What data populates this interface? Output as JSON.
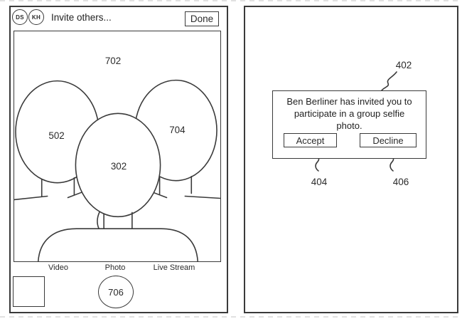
{
  "left_phone": {
    "header": {
      "avatars": [
        {
          "initials": "DS"
        },
        {
          "initials": "KH"
        }
      ],
      "title": "Invite others...",
      "done_label": "Done"
    },
    "viewfinder_labels": {
      "scene": "702",
      "left_head": "502",
      "center_head": "302",
      "right_head": "704"
    },
    "mode_bar": {
      "modes": [
        "Video",
        "Photo",
        "Live Stream"
      ]
    },
    "shutter": {
      "label": "706"
    }
  },
  "right_phone": {
    "dialog": {
      "message_lines": [
        "Ben Berliner has invited you to",
        "participate in a group selfie",
        "photo."
      ],
      "accept_label": "Accept",
      "decline_label": "Decline"
    },
    "callouts": {
      "dialog_ref": "402",
      "accept_ref": "404",
      "decline_ref": "406"
    }
  },
  "style": {
    "line_color": "#3a3a3a",
    "text_color": "#2b2b2b",
    "background": "#ffffff"
  }
}
